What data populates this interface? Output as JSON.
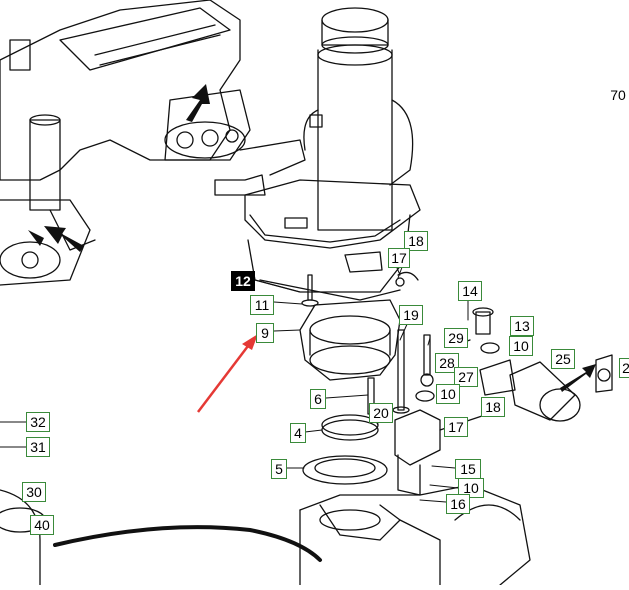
{
  "diagram": {
    "callouts": {
      "c70": "70",
      "c18a": "18",
      "c17a": "17",
      "c12": "12",
      "c11": "11",
      "c9": "9",
      "c14": "14",
      "c19": "19",
      "c13": "13",
      "c29": "29",
      "c10a": "10",
      "c25": "25",
      "c2": "2",
      "c28": "28",
      "c27": "27",
      "c10b": "10",
      "c18b": "18",
      "c6": "6",
      "c20": "20",
      "c17b": "17",
      "c4": "4",
      "c15": "15",
      "c5": "5",
      "c10c": "10",
      "c16": "16",
      "c32": "32",
      "c31": "31",
      "c30": "30",
      "c40": "40"
    },
    "colors": {
      "line": "#111111",
      "callout_border": "#3a8a3a",
      "arrow": "#e53935"
    }
  }
}
